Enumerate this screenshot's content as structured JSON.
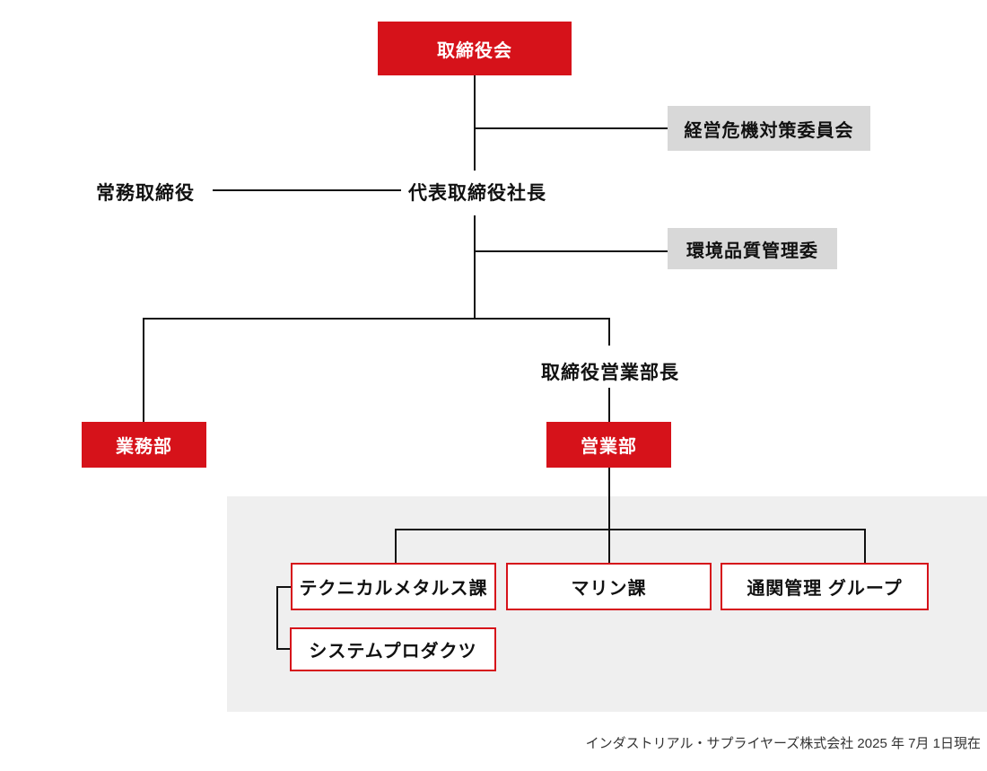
{
  "colors": {
    "accent_red": "#d6121a",
    "gray_box": "#d8d8d8",
    "panel": "#efefef",
    "line": "#111111",
    "text": "#111111",
    "caption": "#333333"
  },
  "org": {
    "board": {
      "label": "取締役会"
    },
    "committees": [
      {
        "label": "経営危機対策委員会"
      },
      {
        "label": "環境品質管理委"
      }
    ],
    "managing_director": {
      "label": "常務取締役"
    },
    "president": {
      "label": "代表取締役社長"
    },
    "sales_director": {
      "label": "取締役営業部長"
    },
    "departments": [
      {
        "label": "業務部"
      },
      {
        "label": "営業部"
      }
    ],
    "sections": [
      {
        "label": "テクニカルメタルス課"
      },
      {
        "label": "マリン課"
      },
      {
        "label": "通関管理 グループ"
      },
      {
        "label": "システムプロダクツ"
      }
    ]
  },
  "footer": {
    "caption": "インダストリアル・サプライヤーズ株式会社 2025 年 7月 1日現在"
  }
}
